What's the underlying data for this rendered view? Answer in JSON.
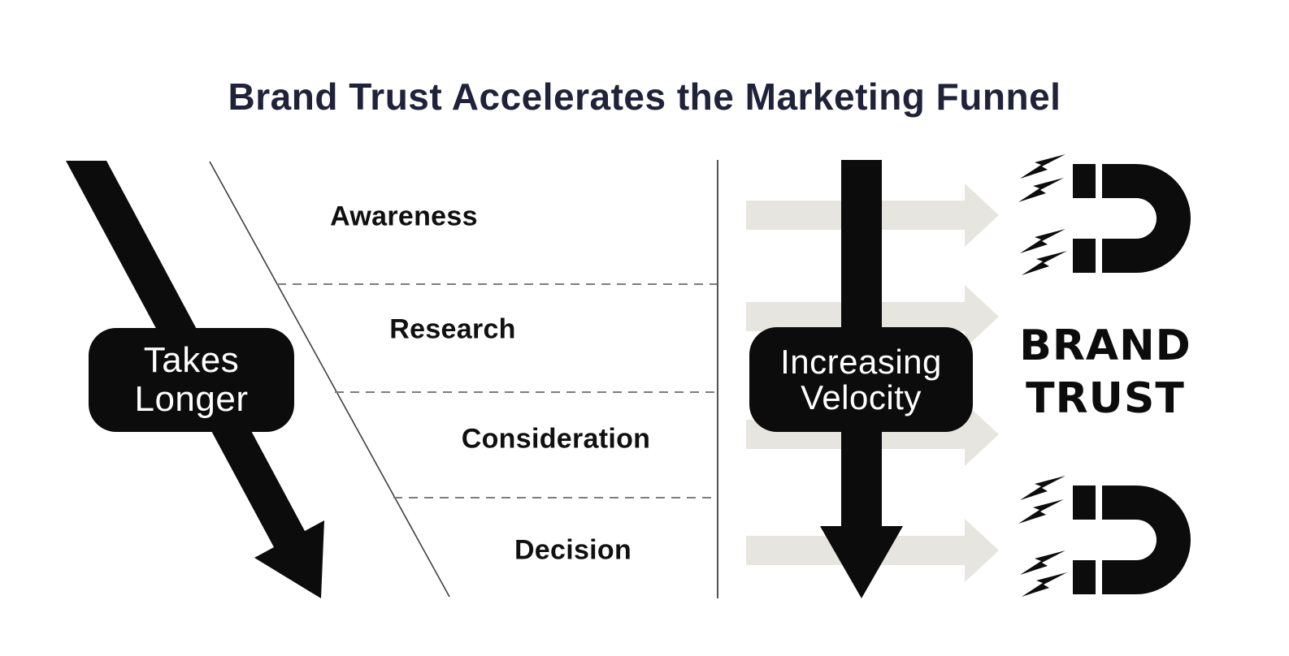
{
  "title": "Brand Trust Accelerates the Marketing Funnel",
  "funnel": {
    "stages": [
      {
        "label": "Awareness"
      },
      {
        "label": "Research"
      },
      {
        "label": "Consideration"
      },
      {
        "label": "Decision"
      }
    ]
  },
  "annotations": {
    "left": {
      "line1": "Takes",
      "line2": "Longer"
    },
    "right": {
      "line1": "Increasing",
      "line2": "Velocity"
    }
  },
  "brand": {
    "line1": "BRAND",
    "line2": "TRUST"
  },
  "icons": {
    "magnet": "magnet-icon",
    "lightning": "lightning-icon",
    "down_right_arrow": "down-right-arrow-icon",
    "down_arrow": "down-arrow-icon",
    "right_arrow": "right-arrow-icon"
  },
  "colors": {
    "ink": "#0c0c0c",
    "title_navy": "#20223a",
    "arrow_gray": "#e7e5e0",
    "dash_gray": "#7d7d7d",
    "line_gray": "#3f3f3f"
  }
}
